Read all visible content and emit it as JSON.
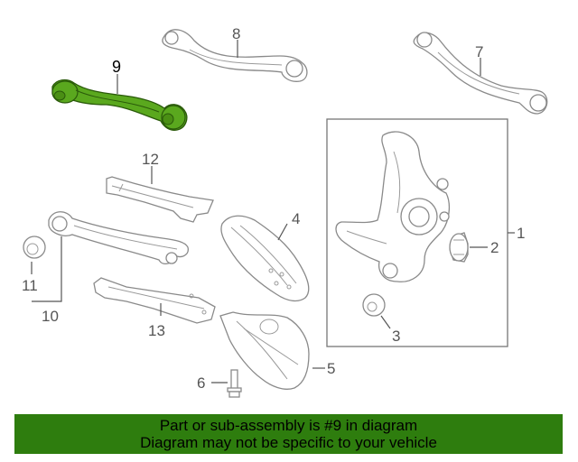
{
  "callouts": {
    "c1": "1",
    "c2": "2",
    "c3": "3",
    "c4": "4",
    "c5": "5",
    "c6": "6",
    "c7": "7",
    "c8": "8",
    "c9": "9",
    "c10": "10",
    "c11": "11",
    "c12": "12",
    "c13": "13"
  },
  "banner": {
    "line1": "Part or sub-assembly is #9 in diagram",
    "line2": "Diagram may not be specific to your vehicle"
  },
  "colors": {
    "highlight_part": "#5aa81e",
    "banner_background": "#2e7d0e"
  }
}
